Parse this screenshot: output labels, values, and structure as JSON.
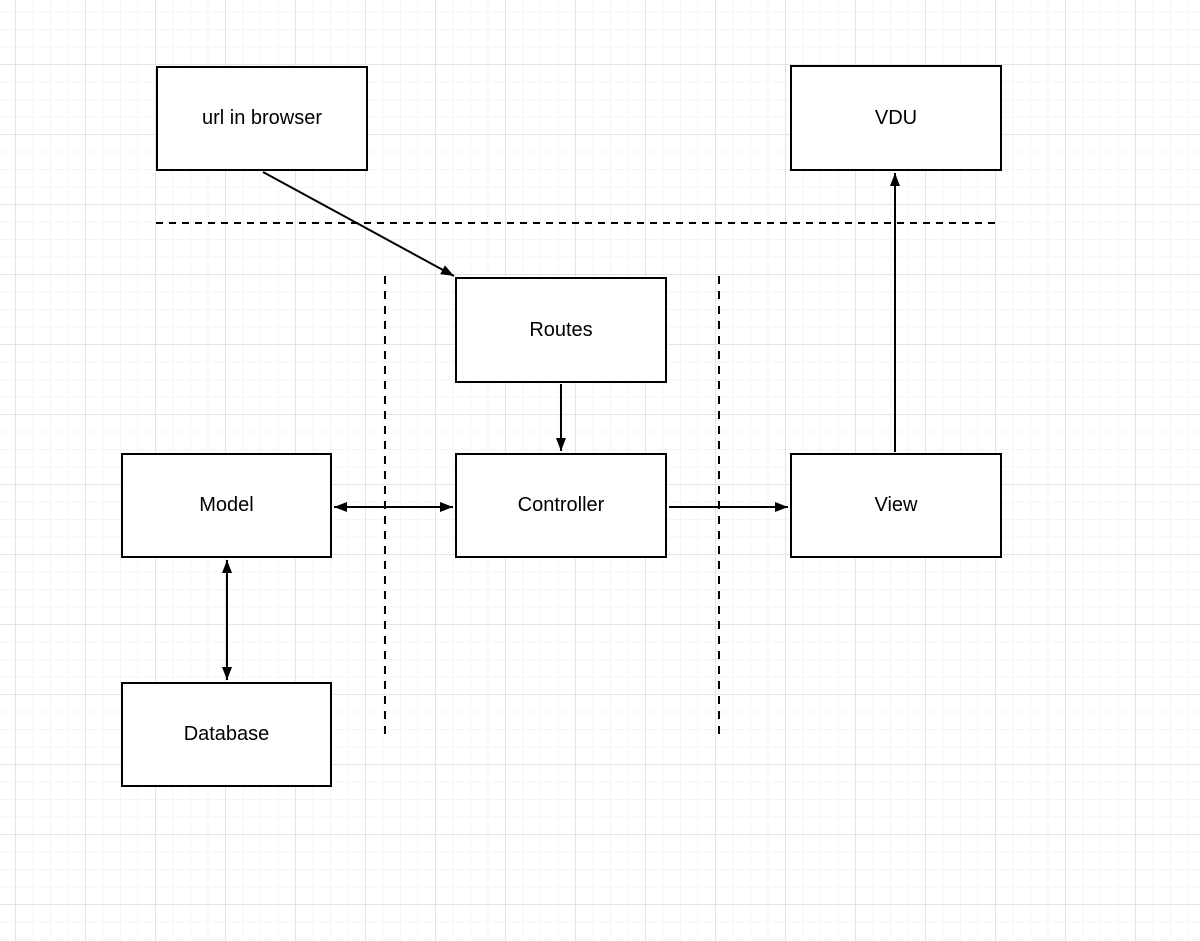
{
  "canvas": {
    "colors": {
      "stroke_color": "#000000",
      "node_fill": "#ffffff",
      "grid_minor": "#f5f5f5",
      "grid_major": "#e4e4e4",
      "canvas_bg": "#ffffff"
    }
  },
  "nodes": {
    "url_in_browser": {
      "label": "url in browser"
    },
    "vdu": {
      "label": "VDU"
    },
    "routes": {
      "label": "Routes"
    },
    "model": {
      "label": "Model"
    },
    "controller": {
      "label": "Controller"
    },
    "view": {
      "label": "View"
    },
    "database": {
      "label": "Database"
    }
  },
  "edges": [
    {
      "name": "url-in-browser-to-routes",
      "from": "url in browser",
      "to": "Routes",
      "style": "arrow"
    },
    {
      "name": "routes-to-controller",
      "from": "Routes",
      "to": "Controller",
      "style": "arrow"
    },
    {
      "name": "model-controller",
      "from": "Model",
      "to": "Controller",
      "style": "double-arrow"
    },
    {
      "name": "controller-to-view",
      "from": "Controller",
      "to": "View",
      "style": "arrow"
    },
    {
      "name": "view-to-vdu",
      "from": "View",
      "to": "VDU",
      "style": "arrow"
    },
    {
      "name": "model-database",
      "from": "Model",
      "to": "Database",
      "style": "double-arrow"
    }
  ],
  "separators": [
    {
      "name": "dashed-separator-top",
      "orientation": "horizontal"
    },
    {
      "name": "dashed-separator-left",
      "orientation": "vertical"
    },
    {
      "name": "dashed-separator-right",
      "orientation": "vertical"
    }
  ]
}
